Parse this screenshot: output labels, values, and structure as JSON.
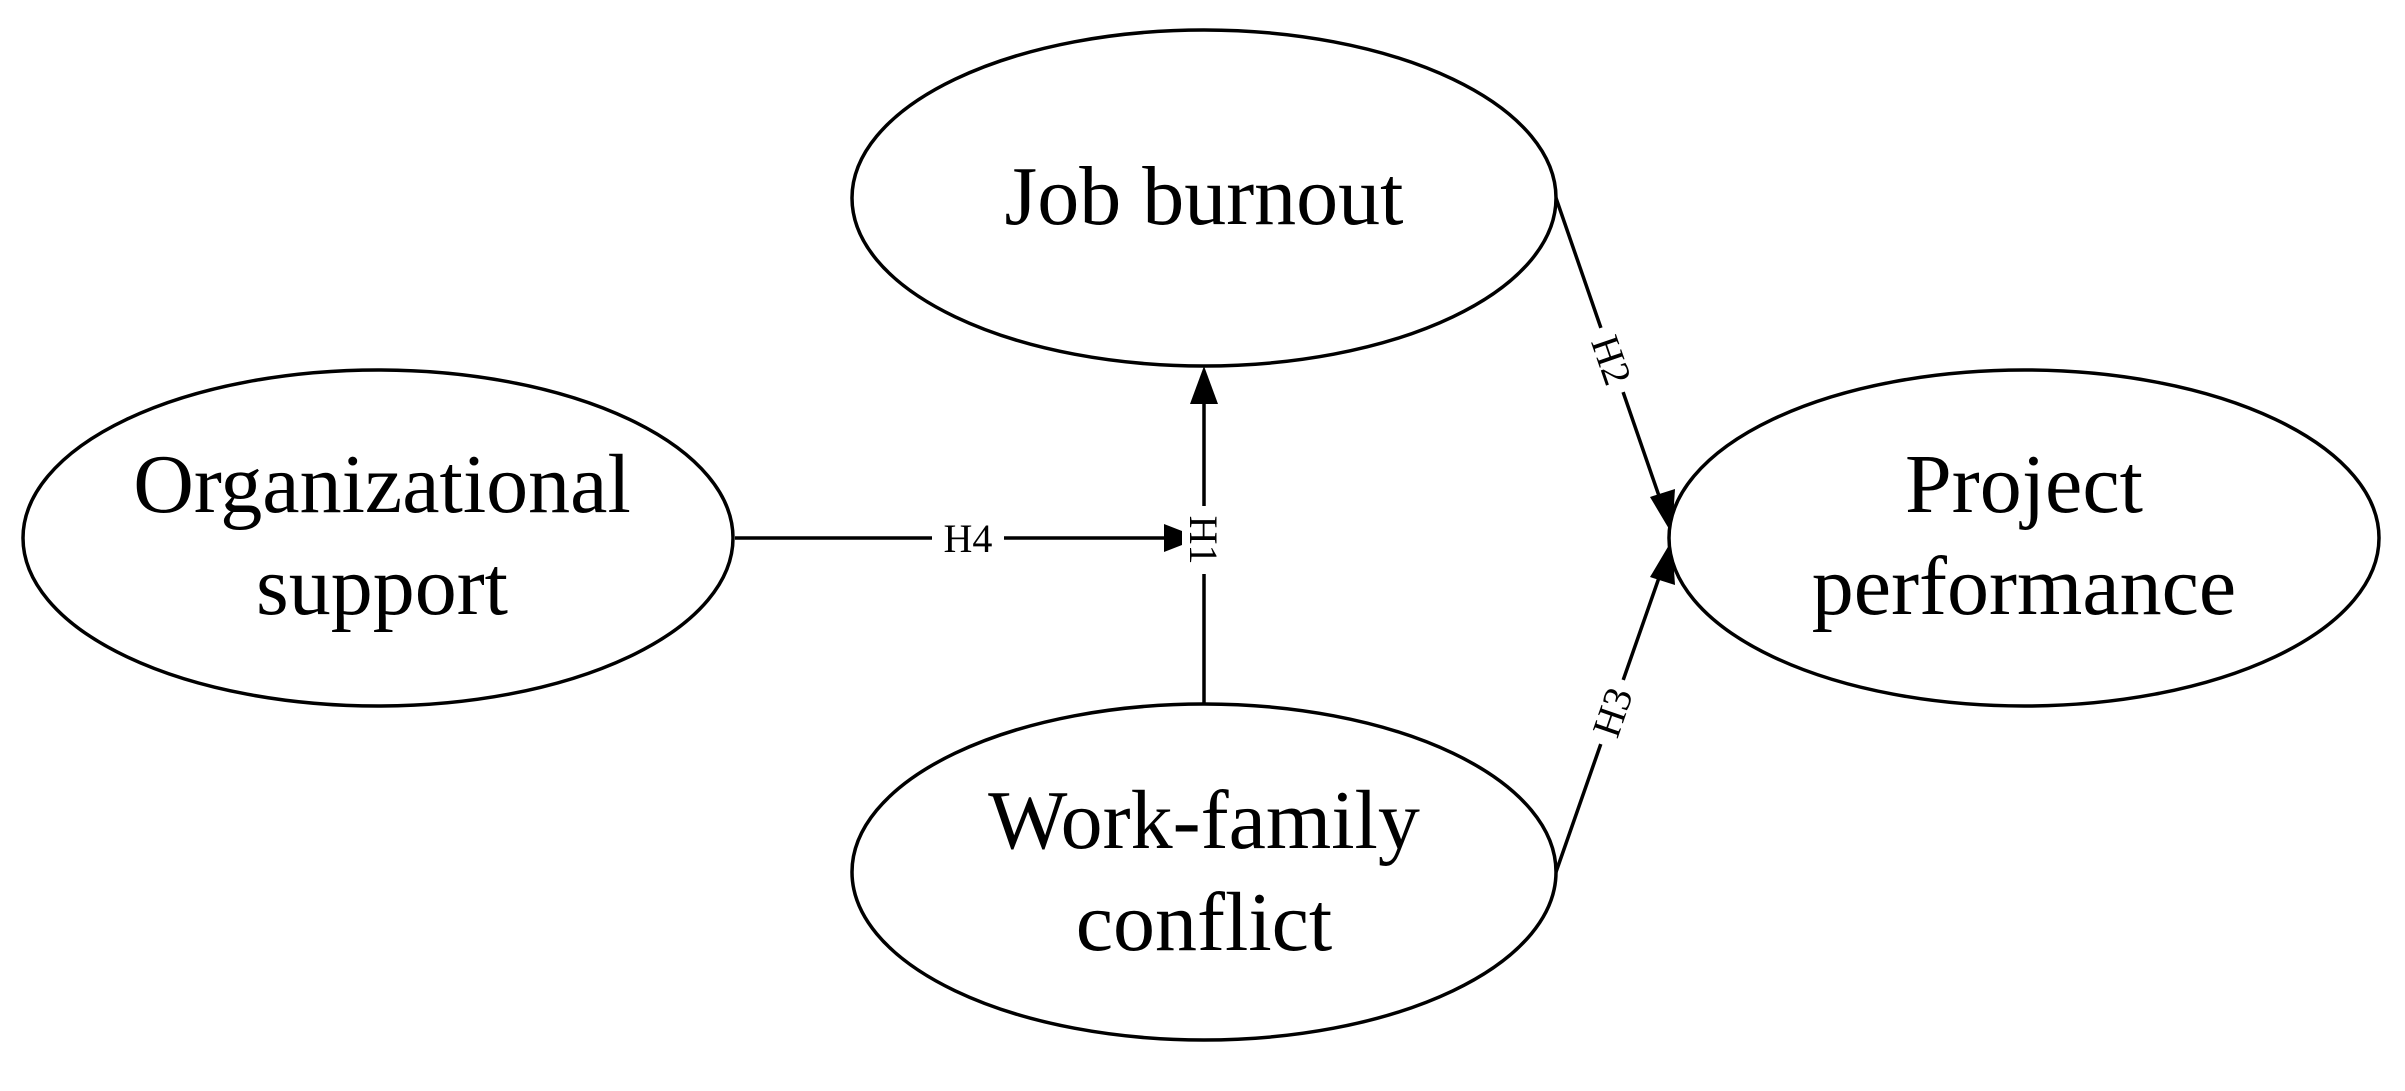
{
  "nodes": {
    "org_support": {
      "line1": "Organizational",
      "line2": "support"
    },
    "job_burnout": {
      "line1": "Job burnout"
    },
    "wf_conflict": {
      "line1": "Work-family",
      "line2": "conflict"
    },
    "project_perf": {
      "line1": "Project",
      "line2": "performance"
    }
  },
  "edges": {
    "h1": {
      "label": "H1",
      "from": "Work-family conflict",
      "to": "Job burnout"
    },
    "h2": {
      "label": "H2",
      "from": "Job burnout",
      "to": "Project performance"
    },
    "h3": {
      "label": "H3",
      "from": "Work-family conflict",
      "to": "Project performance"
    },
    "h4": {
      "label": "H4",
      "from": "Organizational support",
      "to": "H1 path (moderation)"
    }
  }
}
